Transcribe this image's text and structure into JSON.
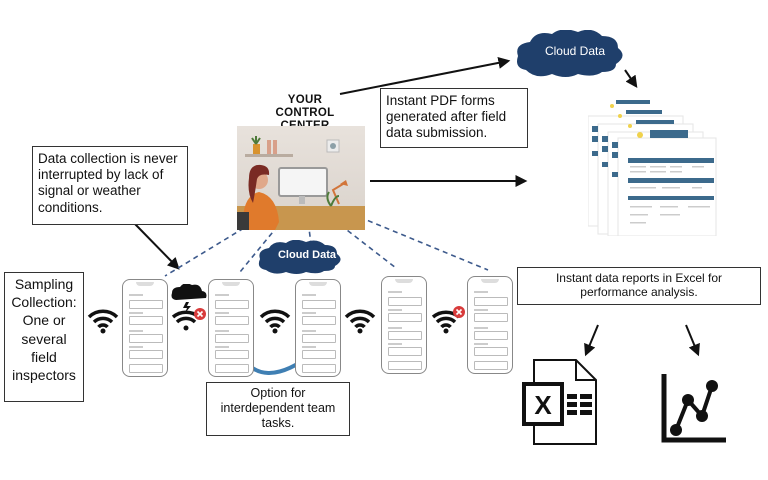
{
  "diagram": {
    "control_center": {
      "title": "YOUR CONTROL CENTER",
      "image": "person-at-desk-illustration"
    },
    "clouds": [
      {
        "id": "top",
        "label": "Cloud Data",
        "color": "#1f3f6b"
      },
      {
        "id": "middle",
        "label": "Cloud Data",
        "color": "#1f3f6b"
      }
    ],
    "callouts": {
      "data_collection": "Data collection is never interrupted by lack of signal or weather conditions.",
      "pdf_forms": "Instant PDF forms generated after field data submission.",
      "sampling": "Sampling Collection: One or several field inspectors",
      "team_tasks": "Option for interdependent team tasks.",
      "excel_reports": "Instant data reports in Excel for performance analysis."
    },
    "phones": [
      {
        "id": "phone-1"
      },
      {
        "id": "phone-2"
      },
      {
        "id": "phone-3"
      },
      {
        "id": "phone-4"
      },
      {
        "id": "phone-5"
      }
    ],
    "signals": [
      {
        "id": "wifi-1",
        "status": "connected"
      },
      {
        "id": "wifi-2",
        "status": "disconnected",
        "weather": "storm-cloud"
      },
      {
        "id": "wifi-3",
        "status": "connected"
      },
      {
        "id": "wifi-4",
        "status": "connected"
      },
      {
        "id": "wifi-5",
        "status": "disconnected"
      }
    ],
    "icons": {
      "excel": "excel-file-icon",
      "chart": "line-chart-icon",
      "pdf_stack": "pdf-report-stack"
    },
    "colors": {
      "cloud": "#1f3f6b",
      "dash_line": "#3d5a8c",
      "error_badge": "#d83b3b",
      "report_header": "#3c6a8c",
      "swap_arrow": "#3f7fb3"
    }
  }
}
